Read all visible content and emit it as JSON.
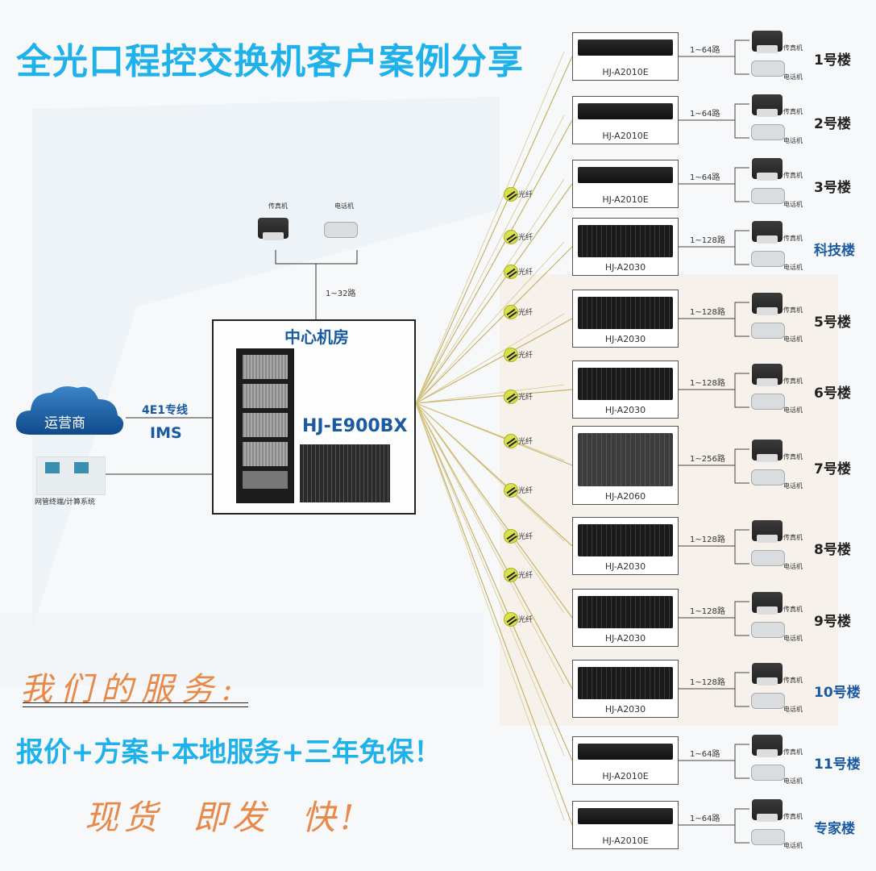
{
  "title": "全光口程控交换机客户案例分享",
  "colors": {
    "title": "#1fb1ea",
    "dark_blue": "#1a5aa0",
    "orange": "#e8894a",
    "fiber": "#d8e04a"
  },
  "center": {
    "room_label": "中心机房",
    "model": "HJ-E900BX",
    "top_terminals": {
      "fax_label": "传真机",
      "phone_label": "电话机",
      "channels": "1~32路"
    },
    "operator": {
      "label": "运营商",
      "link_label": "4E1专线",
      "protocol": "IMS"
    },
    "management": {
      "label": "网管终端/计算系统"
    }
  },
  "fiber_label": "光纤",
  "fiber_count": 11,
  "branches": [
    {
      "model": "HJ-A2010E",
      "channels": "1~64路",
      "fax": "传真机",
      "phone": "电话机",
      "building": "1号楼",
      "highlight": false,
      "type": "1u"
    },
    {
      "model": "HJ-A2010E",
      "channels": "1~64路",
      "fax": "传真机",
      "phone": "电话机",
      "building": "2号楼",
      "highlight": false,
      "type": "1u"
    },
    {
      "model": "HJ-A2010E",
      "channels": "1~64路",
      "fax": "传真机",
      "phone": "电话机",
      "building": "3号楼",
      "highlight": false,
      "type": "1u"
    },
    {
      "model": "HJ-A2030",
      "channels": "1~128路",
      "fax": "传真机",
      "phone": "电话机",
      "building": "科技楼",
      "highlight": true,
      "type": "3u"
    },
    {
      "model": "HJ-A2030",
      "channels": "1~128路",
      "fax": "传真机",
      "phone": "电话机",
      "building": "5号楼",
      "highlight": false,
      "type": "3u"
    },
    {
      "model": "HJ-A2030",
      "channels": "1~128路",
      "fax": "传真机",
      "phone": "电话机",
      "building": "6号楼",
      "highlight": false,
      "type": "3u"
    },
    {
      "model": "HJ-A2060",
      "channels": "1~256路",
      "fax": "传真机",
      "phone": "电话机",
      "building": "7号楼",
      "highlight": false,
      "type": "6u"
    },
    {
      "model": "HJ-A2030",
      "channels": "1~128路",
      "fax": "传真机",
      "phone": "电话机",
      "building": "8号楼",
      "highlight": false,
      "type": "3u"
    },
    {
      "model": "HJ-A2030",
      "channels": "1~128路",
      "fax": "传真机",
      "phone": "电话机",
      "building": "9号楼",
      "highlight": false,
      "type": "3u"
    },
    {
      "model": "HJ-A2030",
      "channels": "1~128路",
      "fax": "传真机",
      "phone": "电话机",
      "building": "10号楼",
      "highlight": true,
      "type": "3u"
    },
    {
      "model": "HJ-A2010E",
      "channels": "1~64路",
      "fax": "传真机",
      "phone": "电话机",
      "building": "11号楼",
      "highlight": true,
      "type": "1u"
    },
    {
      "model": "HJ-A2010E",
      "channels": "1~64路",
      "fax": "传真机",
      "phone": "电话机",
      "building": "专家楼",
      "highlight": true,
      "type": "1u"
    }
  ],
  "services": {
    "heading": "我们的服务:",
    "offer": "报价+方案+本地服务+三年免保！",
    "tagline": "现货  即发  快!"
  }
}
